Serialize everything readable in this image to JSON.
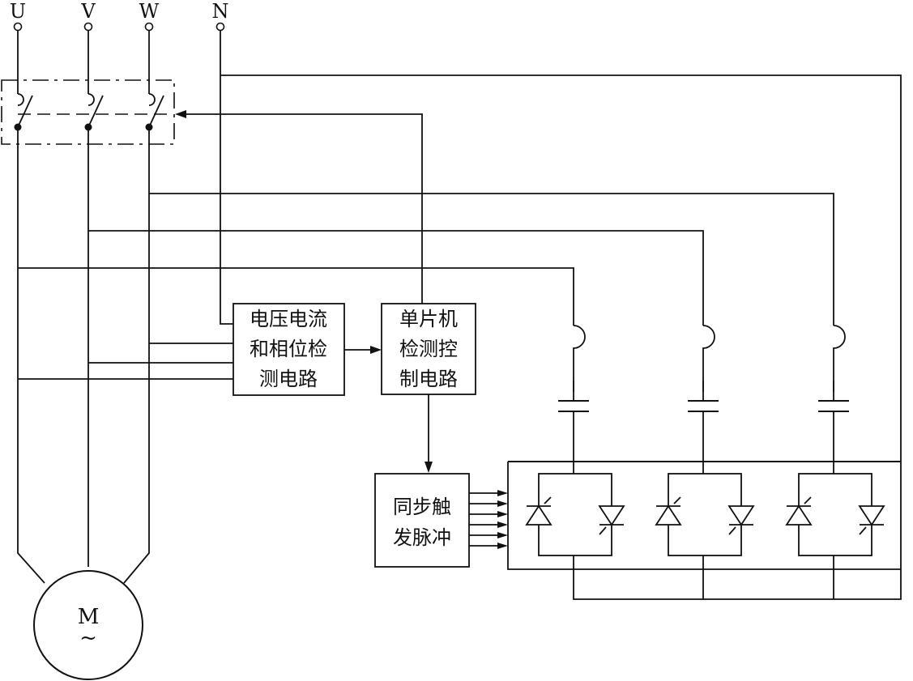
{
  "terminals": [
    "U",
    "V",
    "W",
    "N"
  ],
  "blocks": {
    "detect": [
      "电压电流",
      "和相位检",
      "测电路"
    ],
    "mcu": [
      "单片机",
      "检测控",
      "制电路"
    ],
    "trigger": [
      "同步触",
      "发脉冲"
    ]
  },
  "motor": {
    "label": "M",
    "symbol": "~"
  }
}
